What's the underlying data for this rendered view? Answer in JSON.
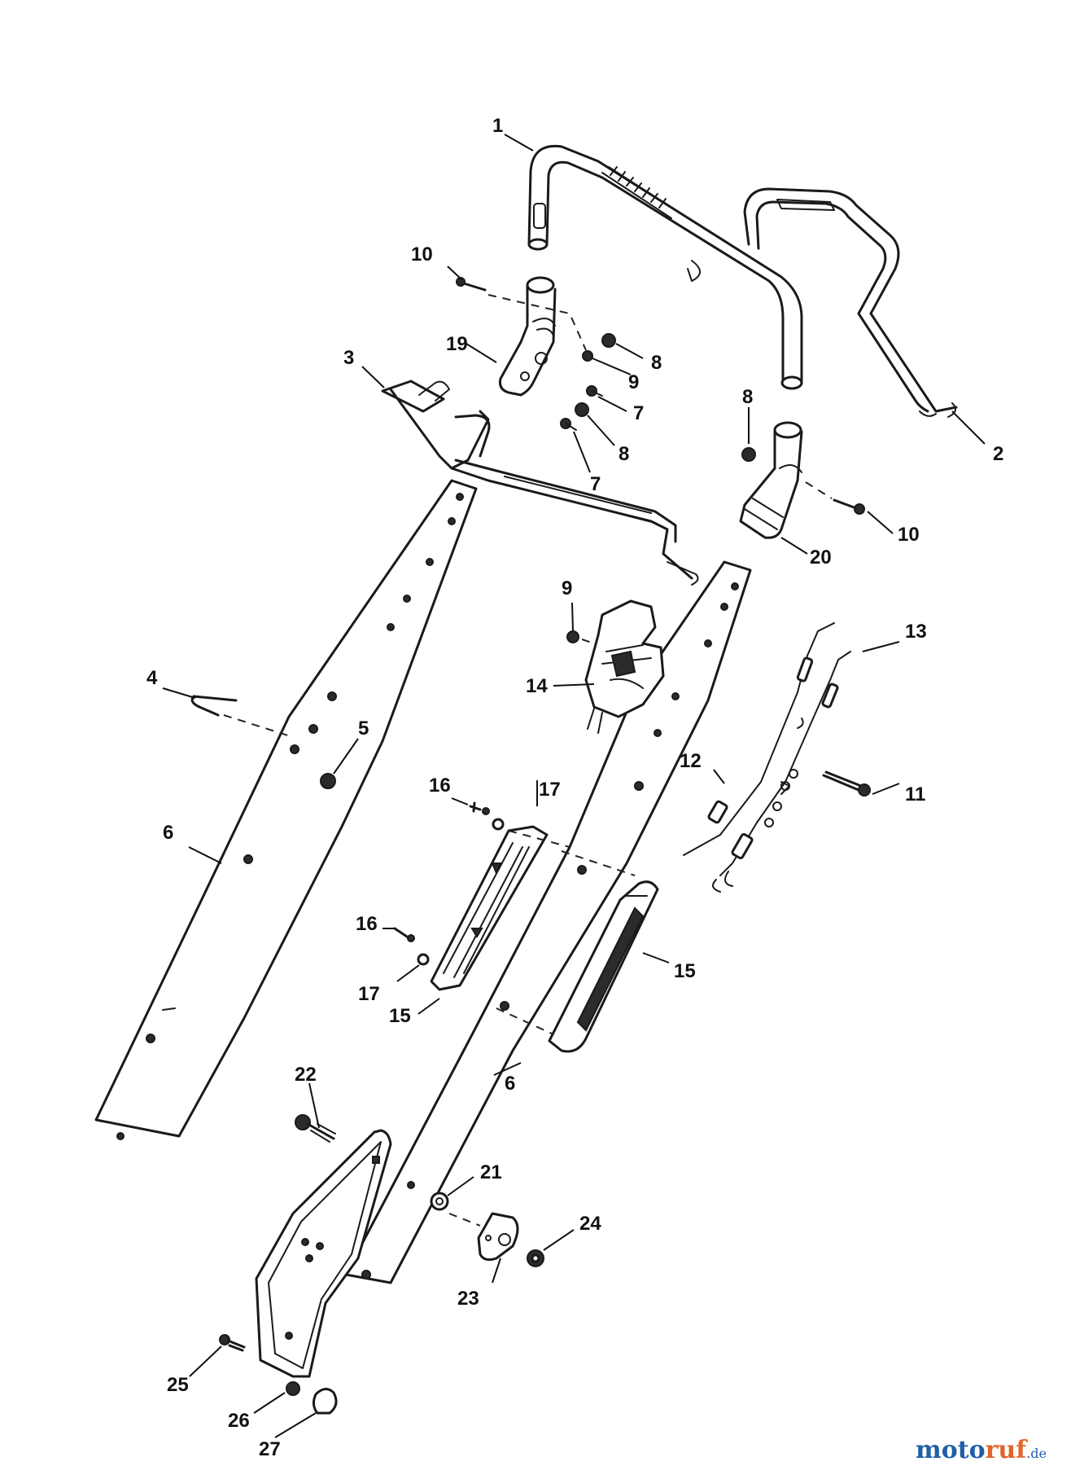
{
  "diagram": {
    "callouts": [
      "1",
      "2",
      "3",
      "4",
      "5",
      "6",
      "6",
      "7",
      "7",
      "8",
      "8",
      "8",
      "9",
      "9",
      "10",
      "10",
      "11",
      "12",
      "13",
      "14",
      "15",
      "15",
      "16",
      "16",
      "17",
      "17",
      "19",
      "20",
      "21",
      "22",
      "23",
      "24",
      "25",
      "26",
      "27"
    ]
  },
  "watermark": {
    "part1": "moto",
    "part2": "ruf",
    "part3": ".de"
  }
}
